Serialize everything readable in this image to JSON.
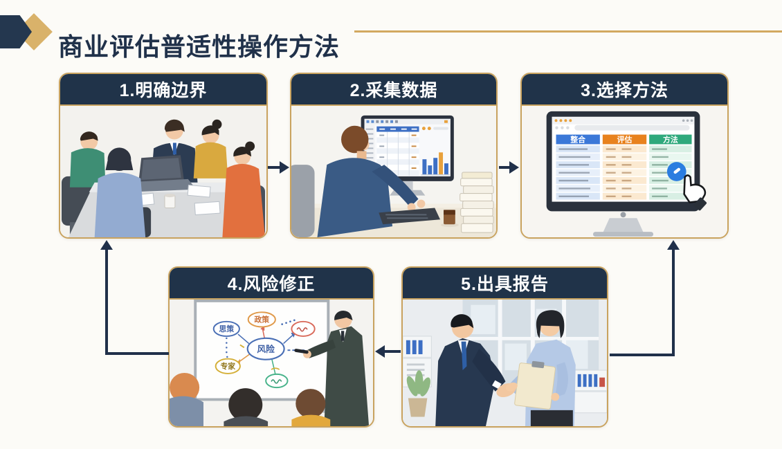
{
  "slide": {
    "title": "商业评估普适性操作方法"
  },
  "steps": [
    {
      "label": "1.明确边界"
    },
    {
      "label": "2.采集数据"
    },
    {
      "label": "3.选择方法"
    },
    {
      "label": "4.风险修正"
    },
    {
      "label": "5.出具报告"
    }
  ],
  "step3_screen": {
    "columns": [
      {
        "label": "整合",
        "color": "#3B78D8"
      },
      {
        "label": "评估",
        "color": "#E8821E"
      },
      {
        "label": "方法",
        "color": "#2FA97C"
      }
    ]
  },
  "step4_whiteboard": {
    "center": "风险",
    "top": "政策",
    "left": "思策",
    "bottom_left": "专家"
  },
  "colors": {
    "accent_navy": "#20314A",
    "accent_gold": "#C9A35F",
    "header_bg": "#203349"
  }
}
